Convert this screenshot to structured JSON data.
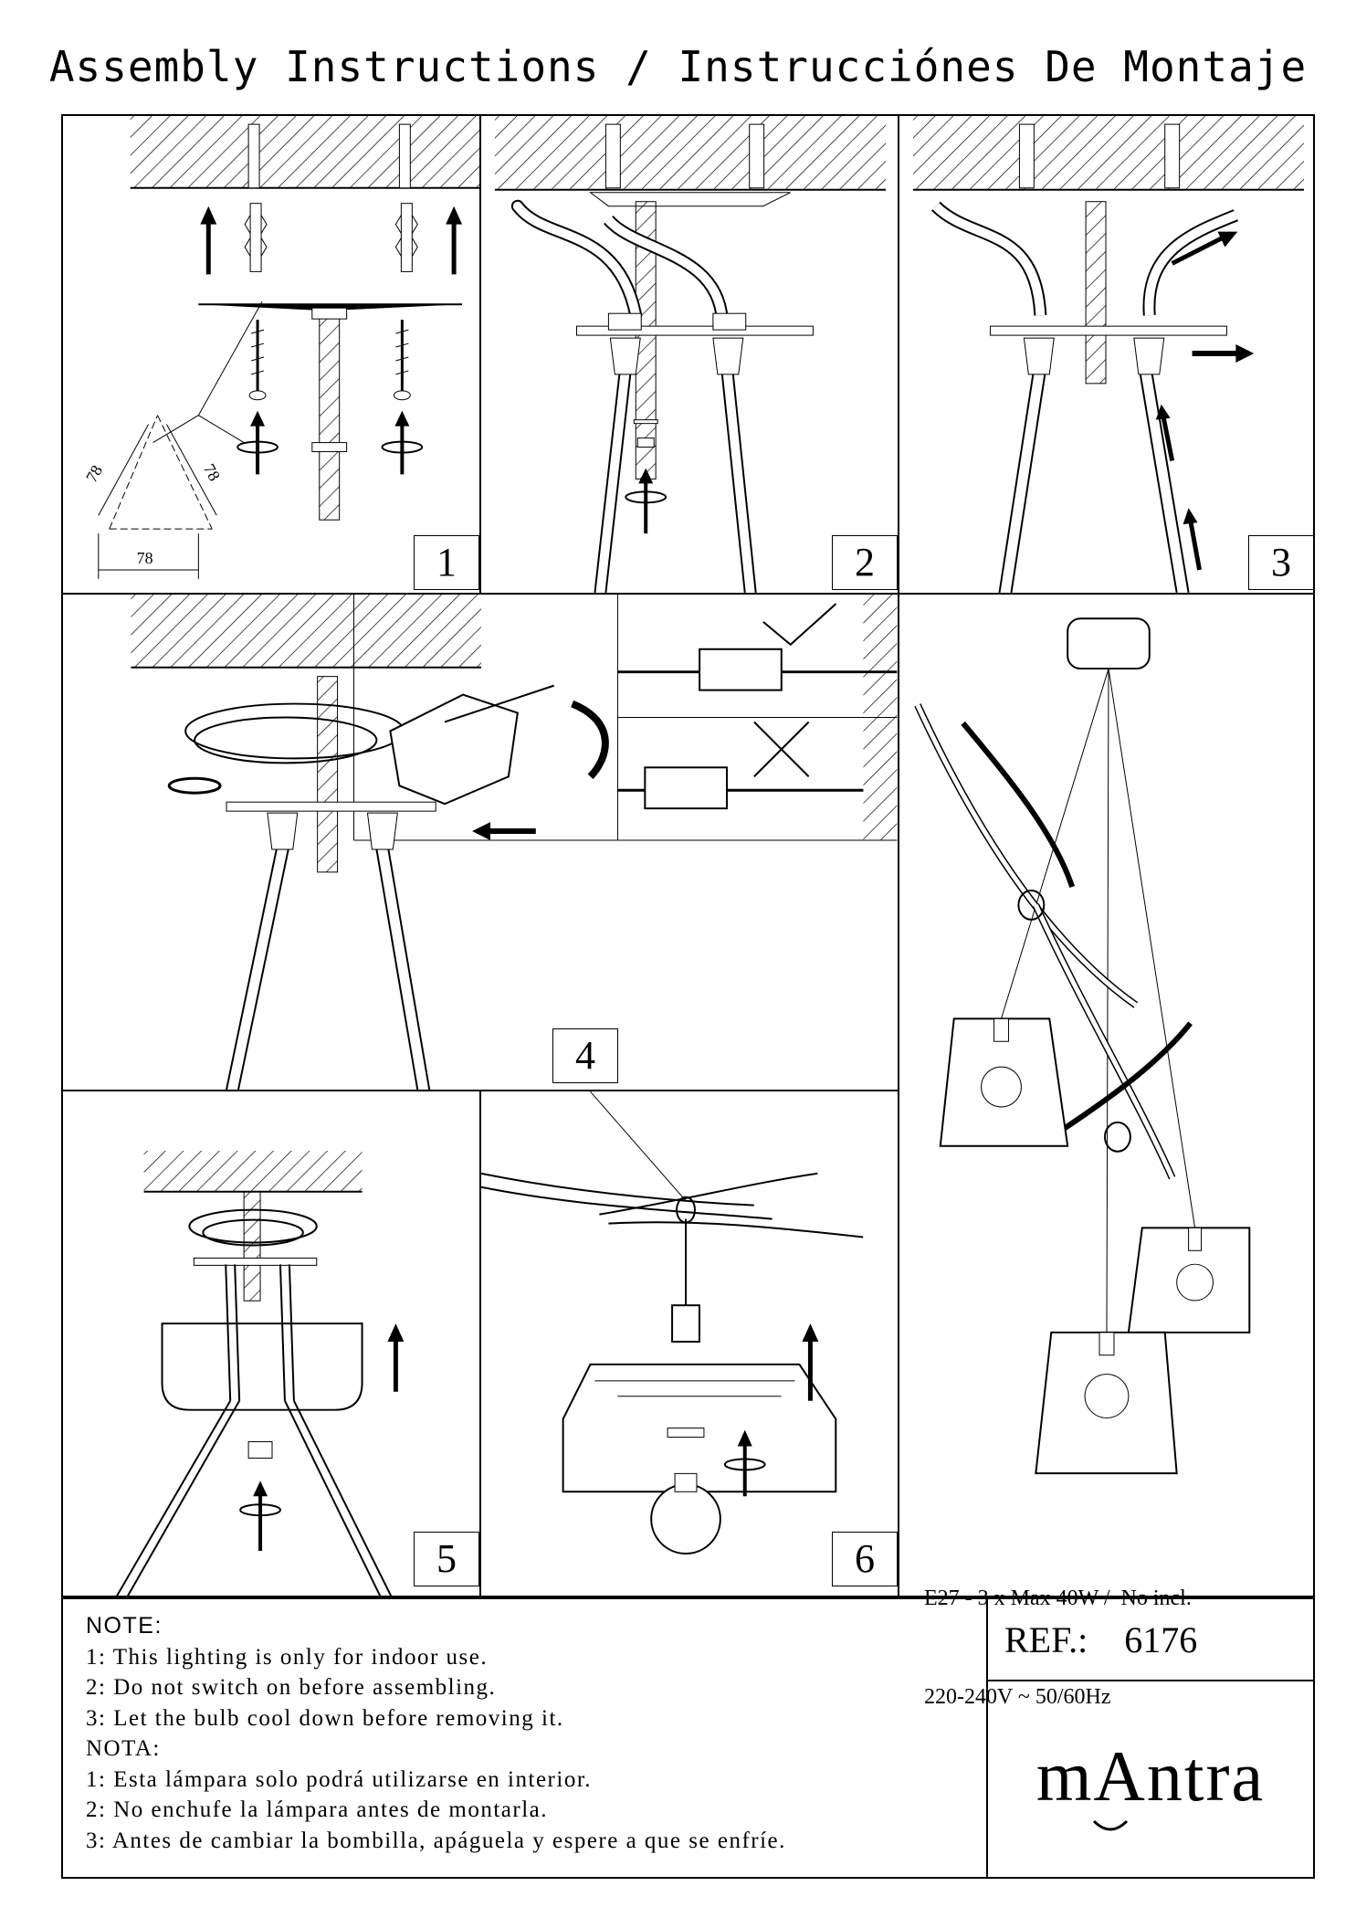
{
  "title": "Assembly Instructions / Instrucciónes De Montaje",
  "steps": [
    "1",
    "2",
    "3",
    "4",
    "5",
    "6"
  ],
  "dimensions": {
    "side_left": "78",
    "side_right": "78",
    "base": "78"
  },
  "specs": {
    "line1": "E27 - 3 x Max 40W /  No incl.",
    "line2": "220-240V ~ 50/60Hz"
  },
  "notes": {
    "en_header": "NOTE:",
    "en": [
      "1: This lighting is only for indoor use.",
      "2: Do not switch on before assembling.",
      "3: Let the bulb cool down before removing it."
    ],
    "es_header": "NOTA:",
    "es": [
      "1: Esta lámpara solo podrá utilizarse en interior.",
      "2: No enchufe la lámpara antes de montarla.",
      "3: Antes de cambiar la bombilla, apáguela y espere a que se enfríe."
    ]
  },
  "ref": {
    "label": "REF.:",
    "value": "6176"
  },
  "brand": "mAntra",
  "icons": [
    "arrow-up-icon",
    "rotate-icon",
    "check-icon",
    "cross-icon",
    "screw-icon",
    "wall-plug-icon",
    "bulb-icon"
  ]
}
